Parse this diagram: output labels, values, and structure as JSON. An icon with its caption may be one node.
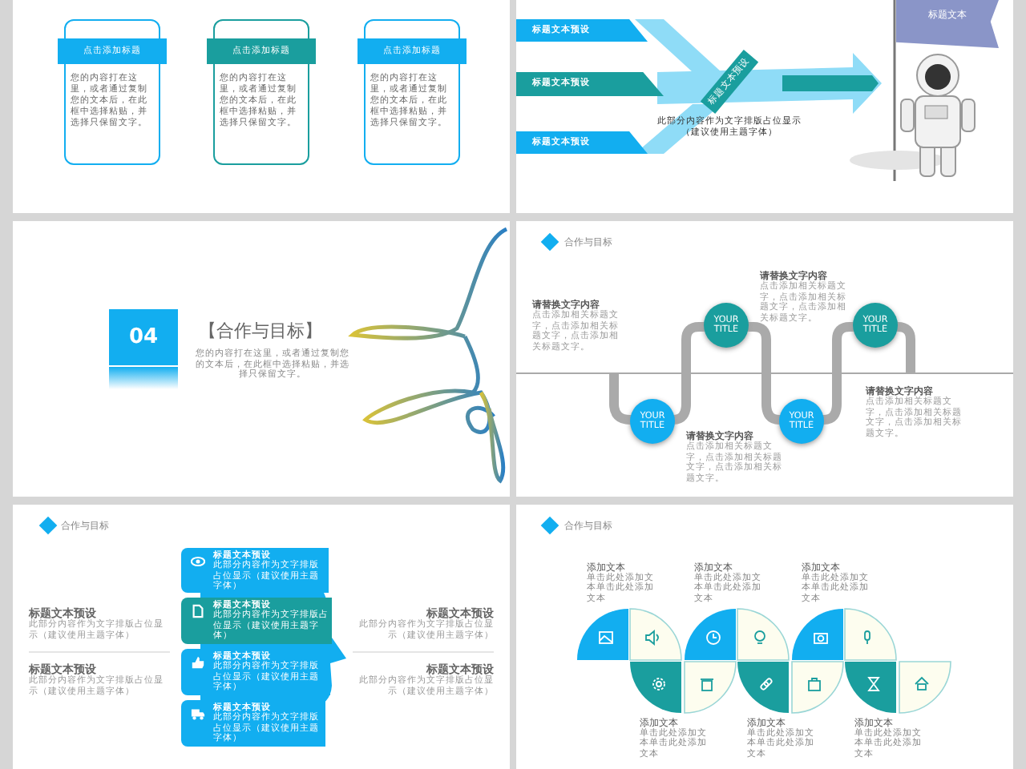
{
  "diagram": {
    "nodes": [
      {
        "text": [
          "点击添加标题",
          "您的内容打在这里，或者通过复制您的文本后，在此框中选择粘贴，并选择只保留文字。"
        ]
      },
      {
        "text": [
          "点击添加标题",
          "您的内容打在这里，或者通过复制您的文本后，在此框中选择粘贴，并选择只保留文字。"
        ]
      },
      {
        "text": [
          "点击添加标题",
          "您的内容打在这里，或者通过复制您的文本后，在此框中选择粘贴，并选择只保留文字。"
        ]
      },
      {
        "text": [
          "标题文本预设"
        ]
      },
      {
        "text": [
          "标题文本预设"
        ]
      },
      {
        "text": [
          "标题文本预设"
        ]
      },
      {
        "text": [
          "标题文本预设"
        ]
      },
      {
        "text": [
          "标题文本"
        ]
      },
      {
        "text": [
          "04"
        ]
      },
      {
        "text": [
          "YOUR TITLE"
        ]
      },
      {
        "text": [
          "YOUR TITLE"
        ]
      },
      {
        "text": [
          "YOUR TITLE"
        ]
      },
      {
        "text": [
          "YOUR TITLE"
        ]
      },
      {
        "text": [
          "标题文本预设",
          "此部分内容作为文字排版占位显示（建议使用主题字体）"
        ]
      },
      {
        "text": [
          "标题文本预设",
          "此部分内容作为文字排版占位显示（建议使用主题字体）"
        ]
      },
      {
        "text": [
          "标题文本预设",
          "此部分内容作为文字排版占位显示（建议使用主题字体）"
        ]
      },
      {
        "text": [
          "标题文本预设",
          "此部分内容作为文字排版占位显示（建议使用主题字体）"
        ]
      }
    ],
    "labels": [
      "此部分内容作为文字排版占位显示（建议使用主题字体）",
      "【合作与目标】",
      "您的内容打在这里，或者通过复制您的文本后，在此框中选择粘贴，并选择只保留文字。",
      "合作与目标",
      "请替换文字内容",
      "点击添加相关标题文字，点击添加相关标题文字，点击添加相关标题文字。",
      "请替换文字内容",
      "点击添加相关标题文字，点击添加相关标题文字，点击添加相关标题文字。",
      "请替换文字内容",
      "点击添加相关标题文字，点击添加相关标题文字，点击添加相关标题文字。",
      "请替换文字内容",
      "点击添加相关标题文字，点击添加相关标题文字，点击添加相关标题文字。",
      "合作与目标",
      "标题文本预设",
      "此部分内容作为文字排版占位显示（建议使用主题字体）",
      "标题文本预设",
      "此部分内容作为文字排版占位显示（建议使用主题字体）",
      "标题文本预设",
      "此部分内容作为文字排版占位显示（建议使用主题字体）",
      "标题文本预设",
      "此部分内容作为文字排版占位显示（建议使用主题字体）",
      "合作与目标",
      "添加文本",
      "单击此处添加文本单击此处添加文本",
      "添加文本",
      "单击此处添加文本单击此处添加文本",
      "添加文本",
      "单击此处添加文本单击此处添加文本",
      "添加文本",
      "单击此处添加文本单击此处添加文本",
      "添加文本",
      "单击此处添加文本单击此处添加文本",
      "添加文本",
      "单击此处添加文本单击此处添加文本"
    ]
  }
}
